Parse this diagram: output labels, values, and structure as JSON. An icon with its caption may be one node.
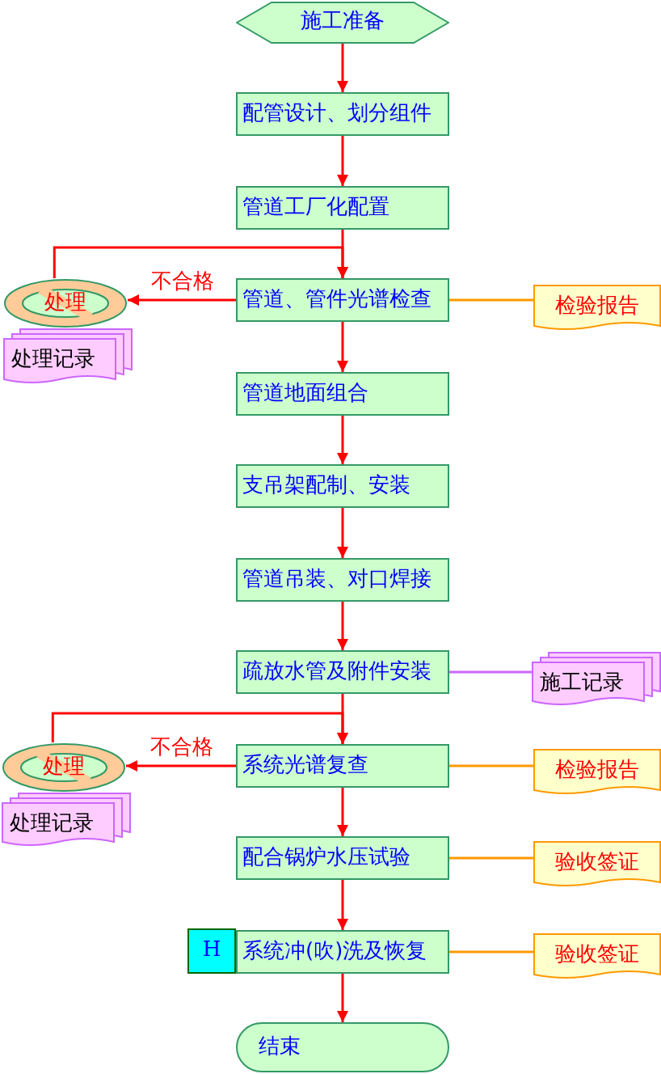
{
  "diagram": {
    "nodes": [
      {
        "text": [
          "施工准备"
        ]
      },
      {
        "text": [
          "配管设计、划分组件"
        ]
      },
      {
        "text": [
          "管道工厂化配置"
        ]
      },
      {
        "text": [
          "处理"
        ]
      },
      {
        "text": [
          "处理记录"
        ]
      },
      {
        "text": [
          "管道、管件光谱检查"
        ]
      },
      {
        "text": [
          "检验报告"
        ]
      },
      {
        "text": [
          "管道地面组合"
        ]
      },
      {
        "text": [
          "支吊架配制、安装"
        ]
      },
      {
        "text": [
          "管道吊装、对口焊接"
        ]
      },
      {
        "text": [
          "疏放水管及附件安装"
        ]
      },
      {
        "text": [
          "施工记录"
        ]
      },
      {
        "text": [
          "处理"
        ]
      },
      {
        "text": [
          "处理记录"
        ]
      },
      {
        "text": [
          "系统光谱复查"
        ]
      },
      {
        "text": [
          "检验报告"
        ]
      },
      {
        "text": [
          "配合锅炉水压试验"
        ]
      },
      {
        "text": [
          "验收签证"
        ]
      },
      {
        "text": [
          "H"
        ]
      },
      {
        "text": [
          "系统冲(吹)洗及恢复"
        ]
      },
      {
        "text": [
          "验收签证"
        ]
      },
      {
        "text": [
          "结束"
        ]
      }
    ],
    "edges": [
      {
        "from": 0,
        "to": 1,
        "arrow": "to"
      },
      {
        "from": 1,
        "to": 2,
        "arrow": "to"
      },
      {
        "from": 2,
        "to": 5,
        "arrow": "to"
      },
      {
        "from": 5,
        "to": 3,
        "arrow": "to",
        "label": "不合格"
      },
      {
        "from": 3,
        "to": 5,
        "arrow": "to"
      },
      {
        "from": 5,
        "to": 6,
        "arrow": "none",
        "color": "#ff9900"
      },
      {
        "from": 5,
        "to": 7,
        "arrow": "to"
      },
      {
        "from": 7,
        "to": 8,
        "arrow": "to"
      },
      {
        "from": 8,
        "to": 9,
        "arrow": "to"
      },
      {
        "from": 9,
        "to": 10,
        "arrow": "to"
      },
      {
        "from": 10,
        "to": 11,
        "arrow": "none",
        "color": "#cc66ff"
      },
      {
        "from": 10,
        "to": 14,
        "arrow": "to"
      },
      {
        "from": 14,
        "to": 12,
        "arrow": "to",
        "label": "不合格"
      },
      {
        "from": 12,
        "to": 14,
        "arrow": "to"
      },
      {
        "from": 14,
        "to": 15,
        "arrow": "none",
        "color": "#ff9900"
      },
      {
        "from": 14,
        "to": 16,
        "arrow": "to"
      },
      {
        "from": 16,
        "to": 17,
        "arrow": "none",
        "color": "#ff9900"
      },
      {
        "from": 16,
        "to": 19,
        "arrow": "to"
      },
      {
        "from": 19,
        "to": 20,
        "arrow": "none",
        "color": "#ff9900"
      },
      {
        "from": 19,
        "to": 21,
        "arrow": "to"
      }
    ]
  }
}
